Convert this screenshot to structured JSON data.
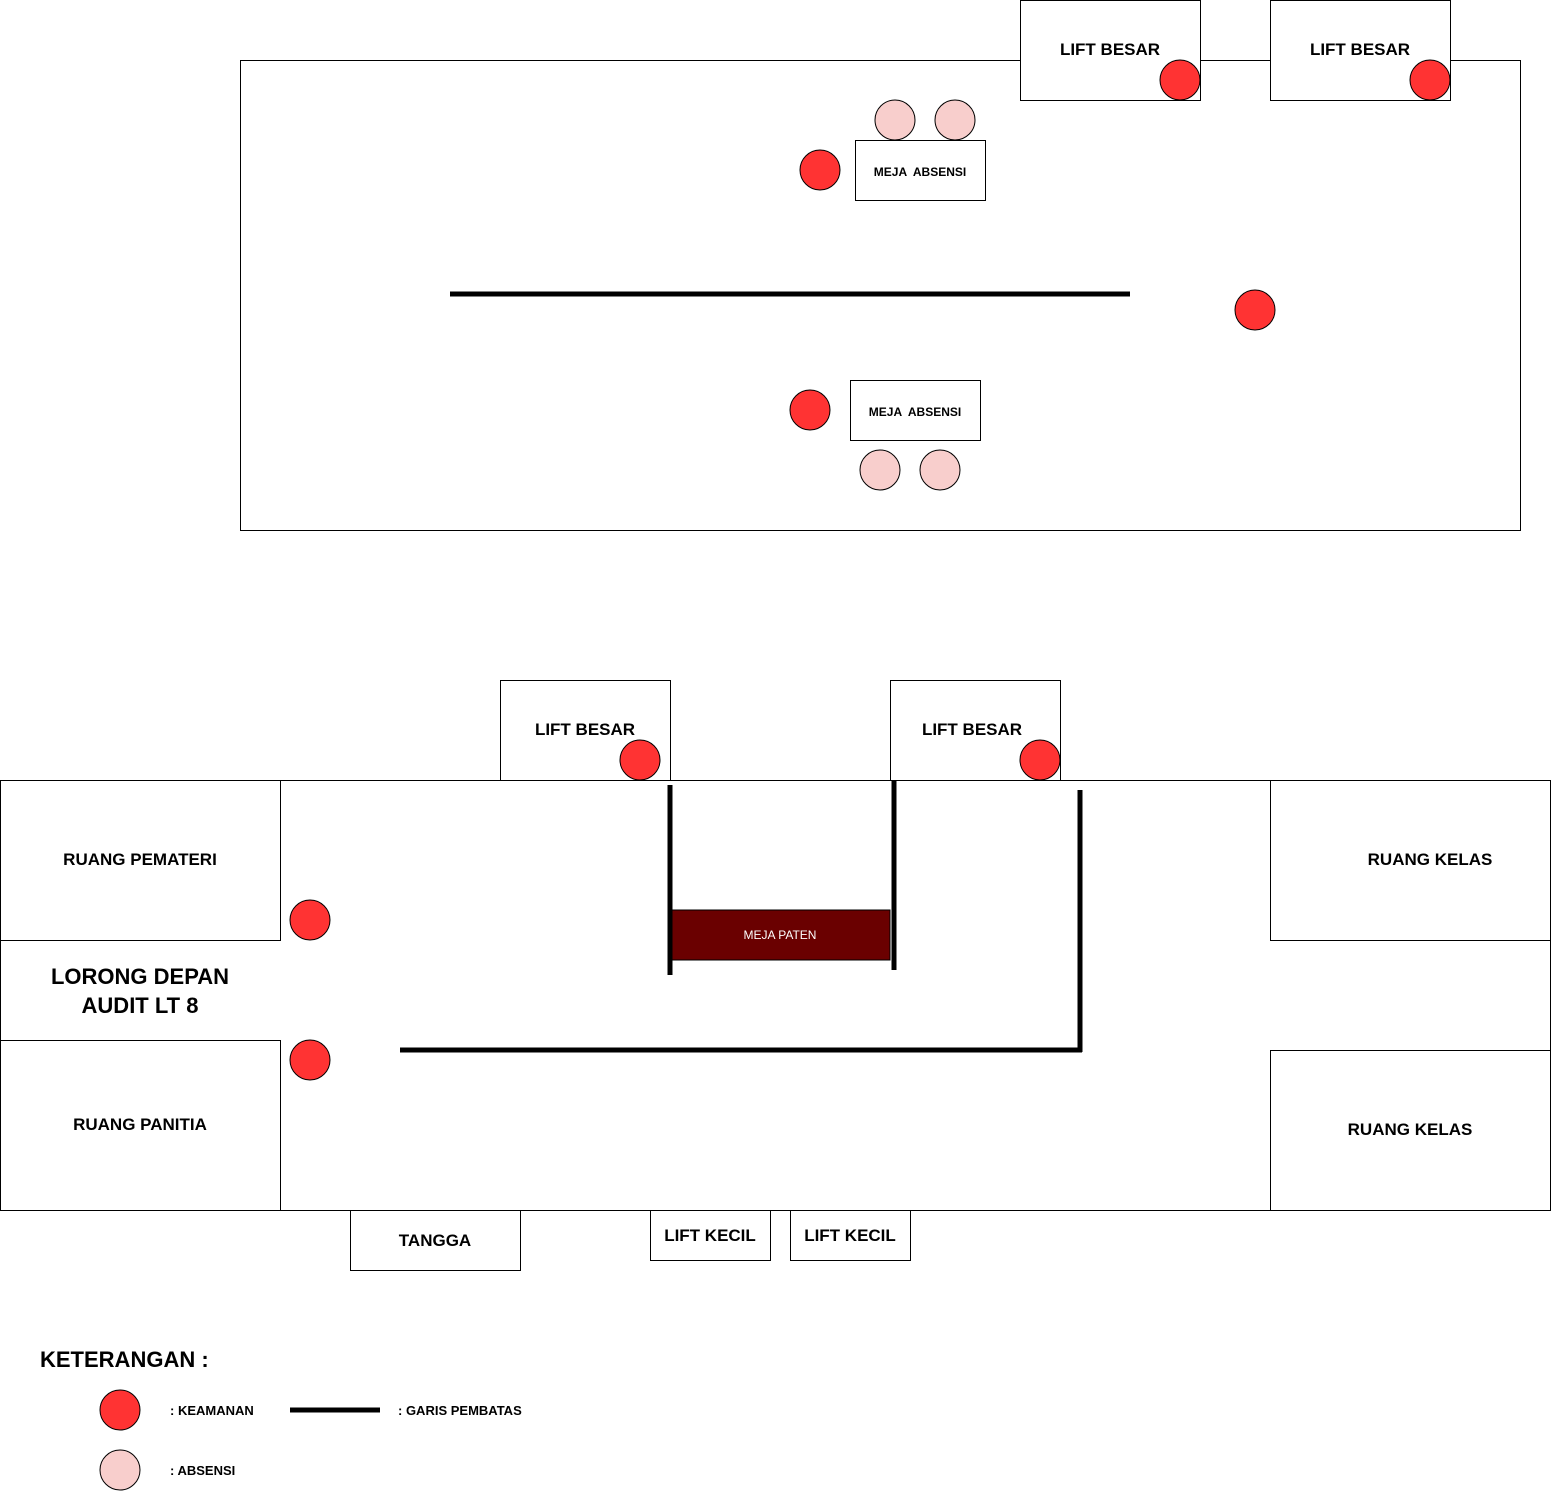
{
  "colors": {
    "keamanan": "#ff3333",
    "absensi": "#f8cecc",
    "meja_paten": "#6a0000",
    "line": "#000000"
  },
  "top_floor": {
    "lifts": [
      "LIFT BESAR",
      "LIFT BESAR"
    ],
    "desks": [
      "MEJA  ABSENSI",
      "MEJA  ABSENSI"
    ]
  },
  "bottom_floor": {
    "lifts_besar": [
      "LIFT BESAR",
      "LIFT BESAR"
    ],
    "rooms": {
      "pemateri": "RUANG PEMATERI",
      "lorong_line1": "LORONG DEPAN",
      "lorong_line2": "AUDIT LT 8",
      "panitia": "RUANG PANITIA",
      "kelas_1": "RUANG KELAS",
      "kelas_2": "RUANG KELAS"
    },
    "meja_paten": "MEJA PATEN",
    "tangga": "TANGGA",
    "lifts_kecil": [
      "LIFT KECIL",
      "LIFT KECIL"
    ]
  },
  "legend": {
    "title": "KETERANGAN :",
    "keamanan": ": KEAMANAN",
    "garis": ": GARIS PEMBATAS",
    "absensi": ": ABSENSI"
  }
}
